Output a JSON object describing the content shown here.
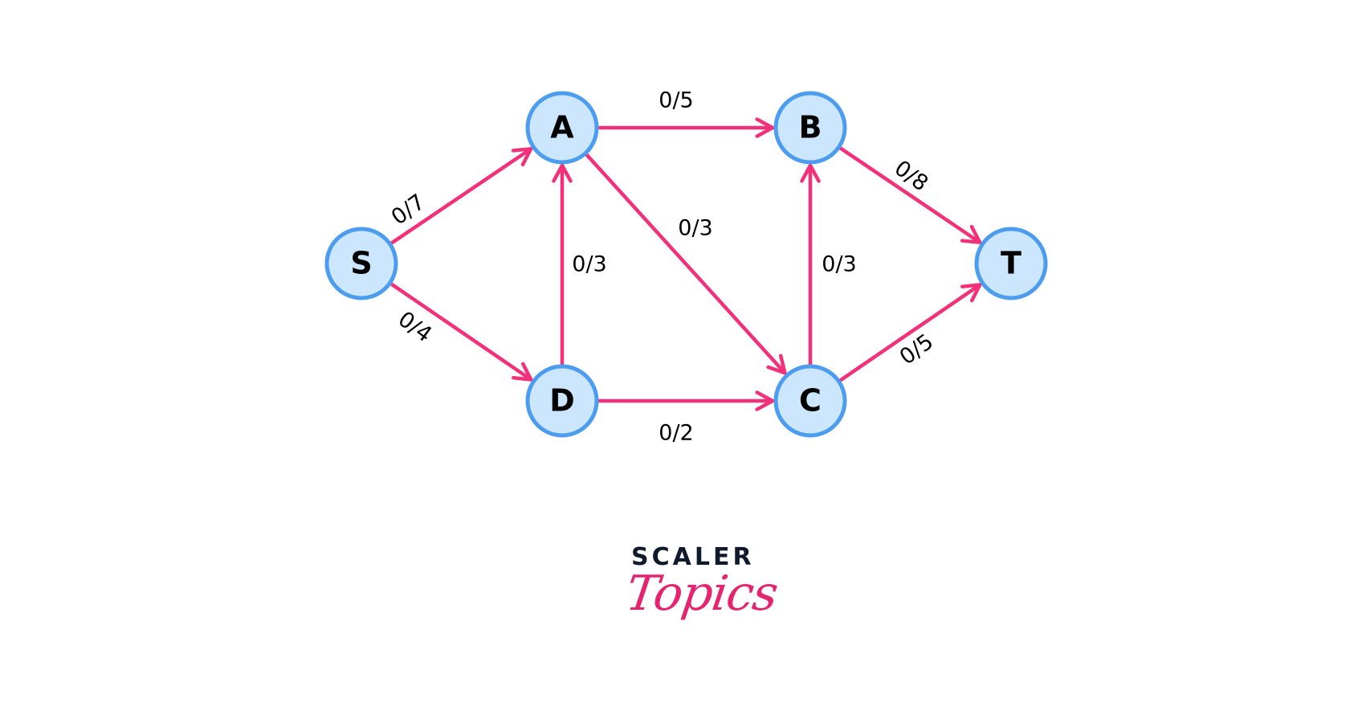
{
  "diagram": {
    "nodes": [
      "S",
      "A",
      "B",
      "C",
      "D",
      "T"
    ],
    "edges": [
      {
        "from": "S",
        "to": "A",
        "label": "0/7",
        "flow": 0,
        "capacity": 7
      },
      {
        "from": "S",
        "to": "D",
        "label": "0/4",
        "flow": 0,
        "capacity": 4
      },
      {
        "from": "A",
        "to": "B",
        "label": "0/5",
        "flow": 0,
        "capacity": 5
      },
      {
        "from": "A",
        "to": "C",
        "label": "0/3",
        "flow": 0,
        "capacity": 3
      },
      {
        "from": "D",
        "to": "A",
        "label": "0/3",
        "flow": 0,
        "capacity": 3
      },
      {
        "from": "D",
        "to": "C",
        "label": "0/2",
        "flow": 0,
        "capacity": 2
      },
      {
        "from": "C",
        "to": "B",
        "label": "0/3",
        "flow": 0,
        "capacity": 3
      },
      {
        "from": "B",
        "to": "T",
        "label": "0/8",
        "flow": 0,
        "capacity": 8
      },
      {
        "from": "C",
        "to": "T",
        "label": "0/5",
        "flow": 0,
        "capacity": 5
      }
    ],
    "colors": {
      "edge": "#f2317a",
      "node_fill": "#cce6fd",
      "node_stroke": "#4c9cf0"
    }
  },
  "logo": {
    "top": "SCALER",
    "script": "Topics"
  }
}
